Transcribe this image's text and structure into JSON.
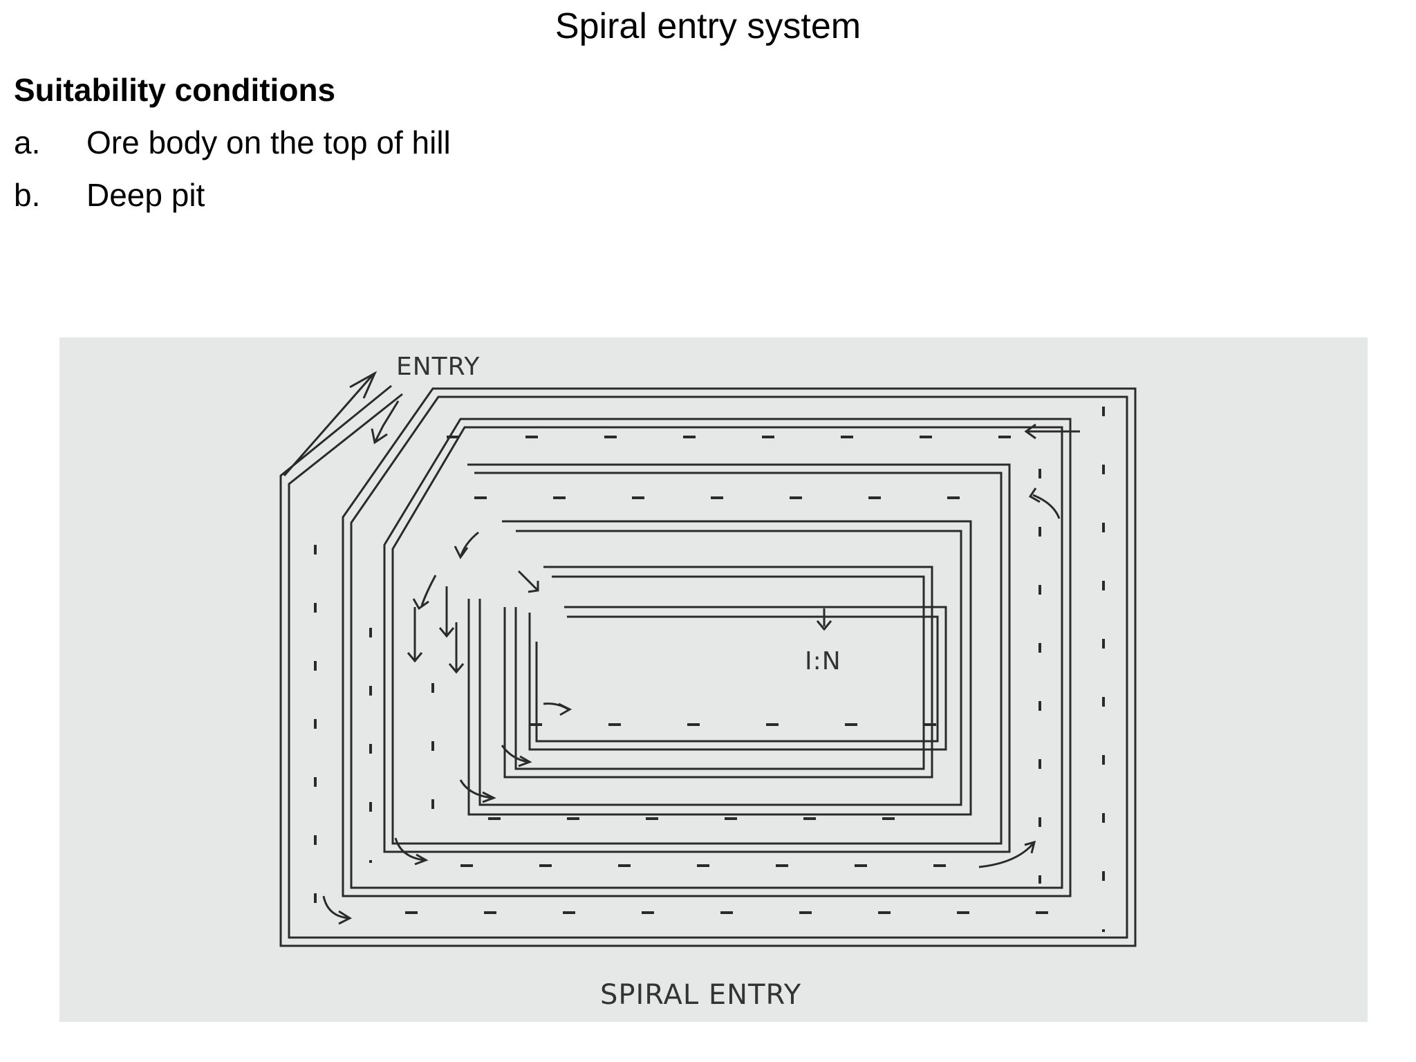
{
  "document": {
    "title": "Spiral entry system",
    "section_heading": "Suitability conditions",
    "conditions": [
      {
        "marker": "a.",
        "text": "Ore body on the top of hill"
      },
      {
        "marker": "b.",
        "text": "Deep pit"
      }
    ]
  },
  "figure": {
    "entry_label": "ENTRY",
    "inner_label": "I:N",
    "caption": "SPIRAL ENTRY"
  }
}
